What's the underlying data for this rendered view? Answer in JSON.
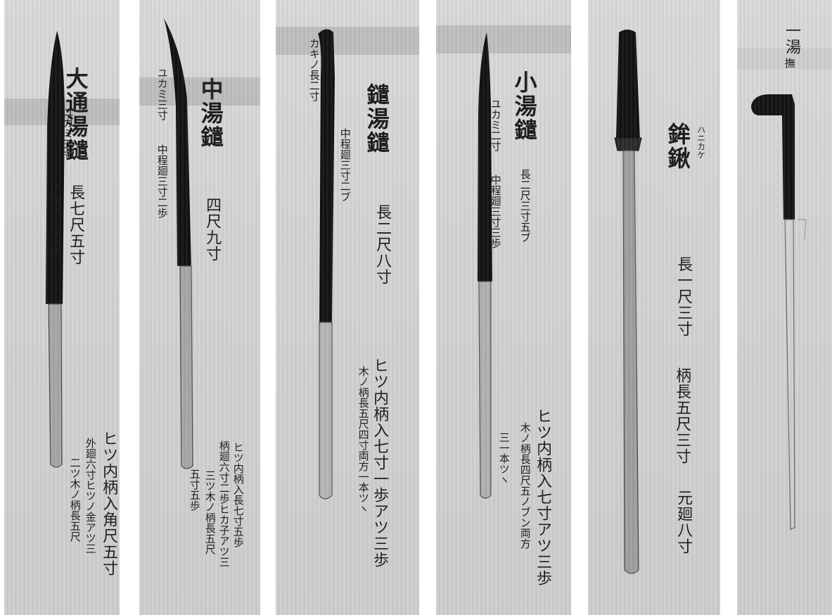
{
  "panels": [
    {
      "title": "大通湯鑓",
      "length": "長七尺五寸",
      "blade_note": "ユカミ五寸",
      "circ_note": "中程廻三寸五歩",
      "handle_lines": [
        "ヒツ内柄入角尺五寸",
        "外廻六寸ヒツノ金アツ三",
        "二ツ木ノ柄長五尺"
      ]
    },
    {
      "title": "中湯鑓",
      "length": "四尺九寸",
      "blade_note": "ユカミ三寸",
      "circ_note": "中程廻三寸二歩",
      "handle_lines": [
        "ヒツ内柄入長七寸五歩",
        "柄廻六寸二歩ヒカ子アツ三",
        "三ツ木ノ柄長五尺",
        "五寸五歩"
      ]
    },
    {
      "title": "鑓湯鑓",
      "length": "長二尺八寸",
      "blade_note": "カキノ長二寸",
      "circ_note": "中程廻三寸二ブ",
      "handle_lines": [
        "ヒツ内柄入七寸一歩アツ三歩",
        "木ノ柄長五尺四寸両方一本ツヽ"
      ]
    },
    {
      "title": "小湯鑓",
      "length": "長二尺三寸五ブ",
      "blade_note": "ユカミ二寸",
      "circ_note": "中程廻三寸三歩",
      "handle_lines": [
        "ヒツ内柄入七寸アツ三歩",
        "木ノ柄長四尺五ノブン両方",
        "三一本ツヽ"
      ]
    },
    {
      "title": "鉾鍬",
      "ruby": "ハニカケ",
      "length": "長一尺三寸",
      "handle": "柄長五尺三寸",
      "circ": "元廻八寸"
    },
    {
      "title": "一湯",
      "sub": "撫"
    }
  ]
}
